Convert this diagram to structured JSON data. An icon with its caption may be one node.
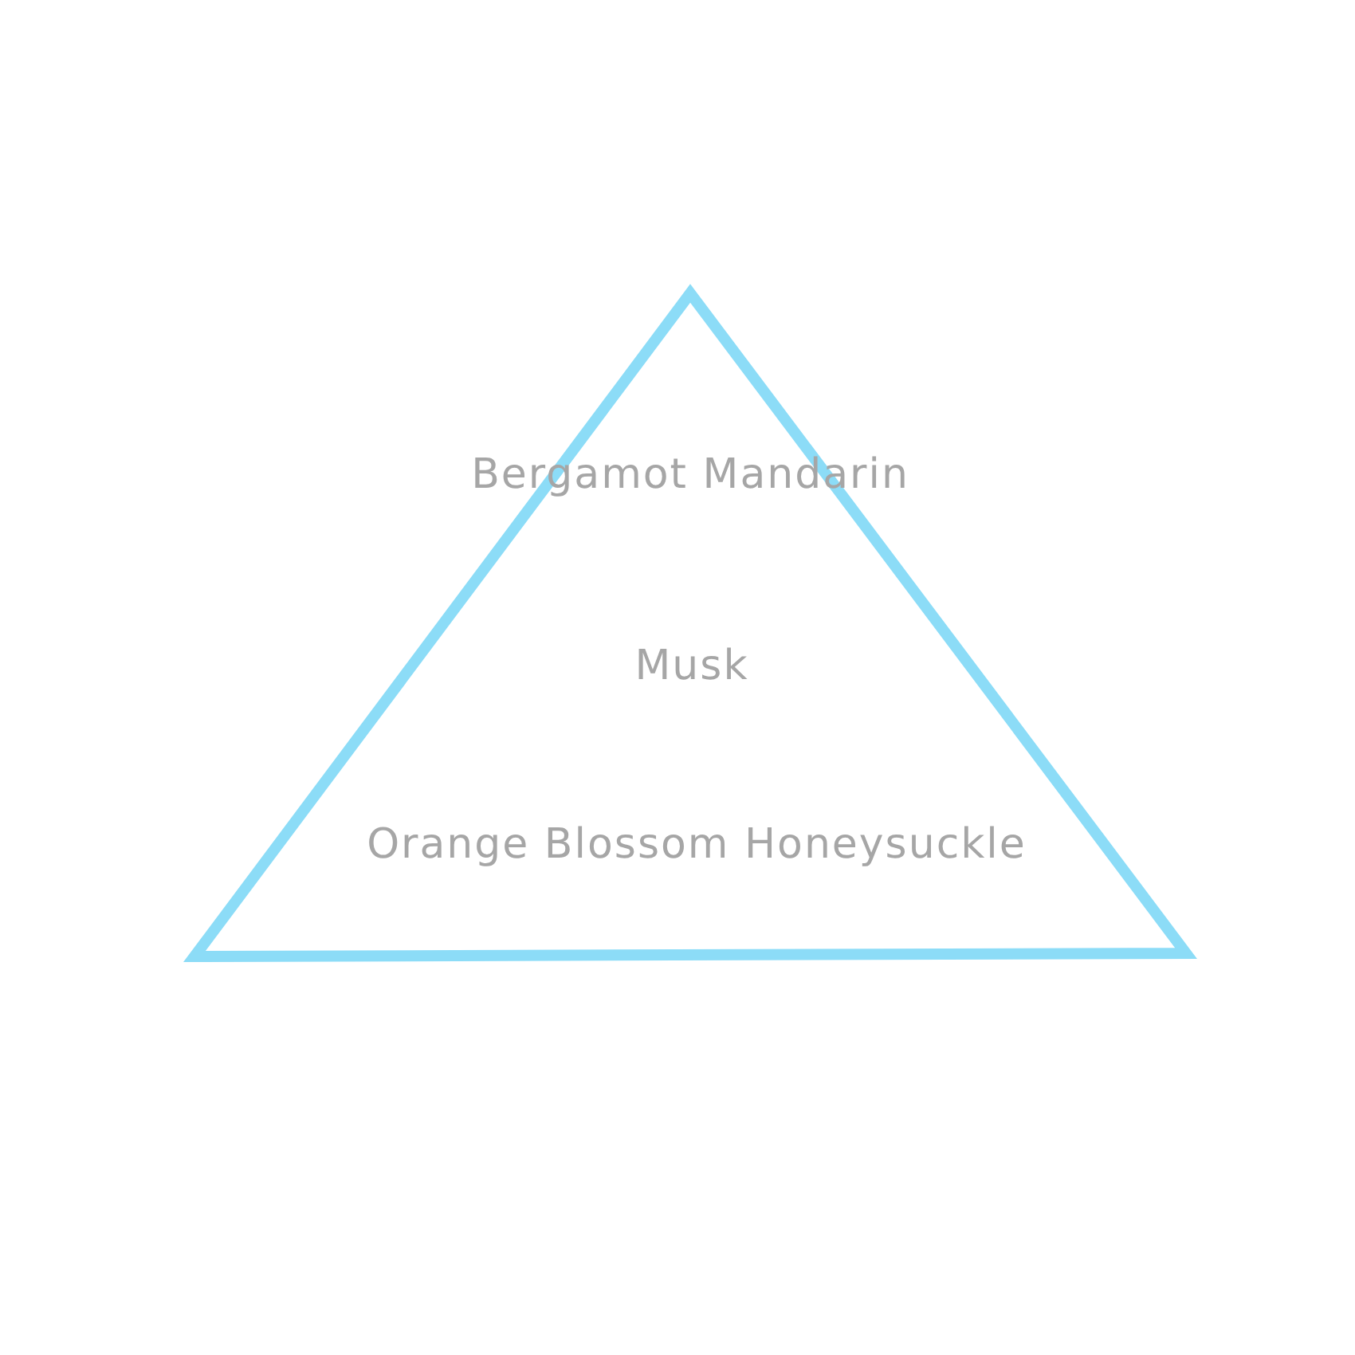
{
  "diagram": {
    "nodes": [
      {
        "text": [
          "Bergamot Mandarin",
          "Musk",
          "Orange Blossom Honeysuckle"
        ]
      }
    ]
  }
}
